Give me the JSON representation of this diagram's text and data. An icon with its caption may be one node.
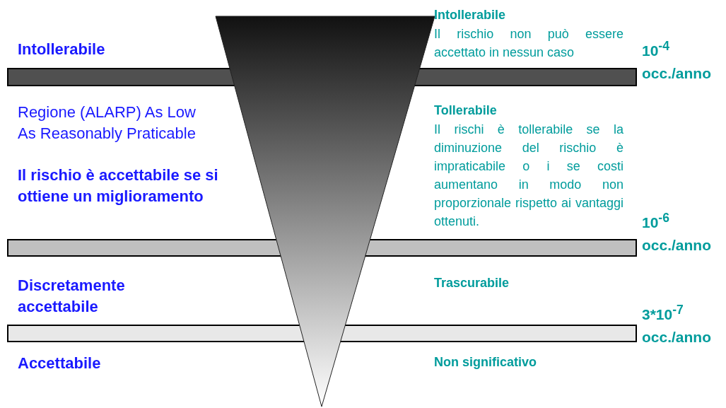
{
  "diagram": {
    "labels": [
      "Intollerabile",
      "Intollerabile",
      "Il rischio non può essere accettato in nessun caso",
      "10$^{-4}$ occ./anno",
      "Regione (ALARP) As Low As Reasonably Praticable",
      "Il rischio è accettabile se si ottiene un miglioramento",
      "Tollerabile",
      "Il rischi è tollerabile se la diminuzione del rischio è impraticabile o i se costi aumentano in modo non proporzionale rispetto ai vantaggi ottenuti.",
      "10$^{-6}$ occ./anno",
      "Discretamente accettabile",
      "Trascurabile",
      "3*10$^{-7}$ occ./anno",
      "Accettabile",
      "Non significativo"
    ]
  }
}
